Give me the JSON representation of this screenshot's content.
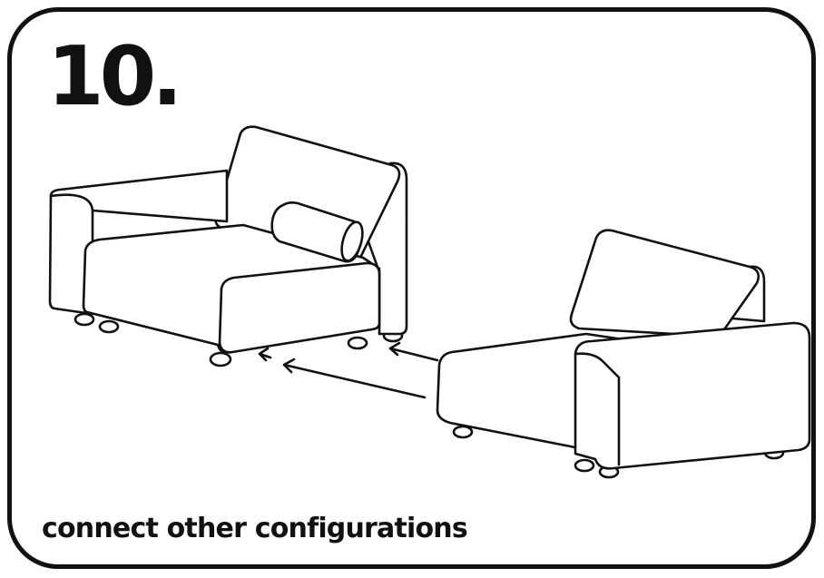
{
  "step": {
    "number": "10."
  },
  "caption": {
    "text": "connect other configurations"
  },
  "illustration": {
    "left_sofa": "sofa-module-with-armrest-and-bolster",
    "right_sofa": "sofa-module-with-armrest",
    "arrows": "three arrows pointing from right module to left module"
  },
  "colors": {
    "ink": "#111111",
    "background": "#ffffff"
  }
}
